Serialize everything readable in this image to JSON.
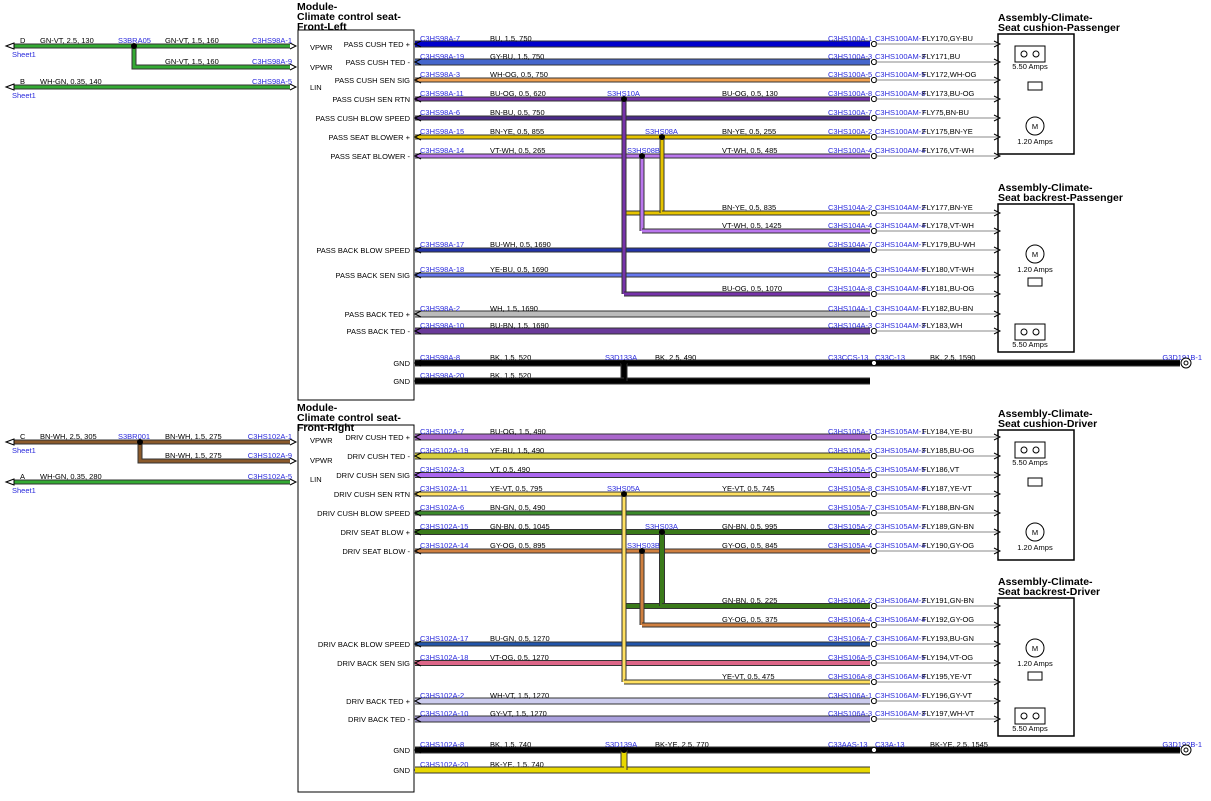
{
  "sheet_ref": "Sheet1",
  "colors": {
    "GN-VT": "#33aa33",
    "WH-GN": "#33aa33",
    "BN-WH": "#8b5a2b",
    "BU": "#0000cc",
    "GY-BU": "#4466cc",
    "WH-OG": "#f0a050",
    "BU-OG": "#7733aa",
    "BN-BU": "#4a2a88",
    "BN-YE": "#e6c400",
    "VT-WH": "#bb77ee",
    "BU-WH": "#2233aa",
    "YE-BU": "#6677ee",
    "WH": "#bbbbbb",
    "BU-BN": "#6a3a9a",
    "BK": "#000000",
    "BU-OG2": "#aa66cc",
    "YE-BU2": "#d8d040",
    "VT": "#aa66ee",
    "YE-VT": "#ffe060",
    "BN-GN": "#3a8a2a",
    "GN-BN": "#3a7a1a",
    "GY-OG": "#d08040",
    "BU-GN": "#2255aa",
    "VT-OG": "#dd6688",
    "WH-VT": "#ccccee",
    "GY-VT": "#aaa0dd",
    "BK-YE": "#e8d800"
  },
  "ext": [
    {
      "letter": "D",
      "wire": "GN-VT,  2.5,  130",
      "splice": "S3BRA05",
      "wire2": "GN-VT,  1.5,  160",
      "conn": "C3HS98A-1"
    },
    {
      "wire2": "GN-VT,  1.5,  160",
      "conn": "C3HS98A-9"
    },
    {
      "letter": "B",
      "wire": "WH-GN,  0.35,  140",
      "conn": "C3HS98A-5"
    },
    {
      "letter": "C",
      "wire": "BN-WH,  2.5,  305",
      "splice": "S3BR001",
      "wire2": "BN-WH,  1.5,  275",
      "conn": "C3HS102A-1"
    },
    {
      "wire2": "BN-WH,  1.5,  275",
      "conn": "C3HS102A-9"
    },
    {
      "letter": "A",
      "wire": "WH-GN,  0.35,  280",
      "conn": "C3HS102A-5"
    }
  ],
  "module_fl": {
    "title1": "Module-",
    "title2": "Climate control seat-",
    "title3": "Front-Left",
    "left_pins": [
      "VPWR",
      "VPWR",
      "LIN"
    ],
    "pins": [
      "PASS CUSH TED +",
      "PASS CUSH TED -",
      "PASS CUSH SEN SIG",
      "PASS CUSH SEN RTN",
      "PASS CUSH BLOW SPEED",
      "PASS SEAT BLOWER +",
      "PASS SEAT BLOWER -",
      "PASS BACK BLOW SPEED",
      "PASS BACK SEN SIG",
      "PASS BACK TED +",
      "PASS BACK TED -",
      "GND",
      "GND"
    ]
  },
  "module_fr": {
    "title1": "Module-",
    "title2": "Climate control seat-",
    "title3": "Front-Right",
    "left_pins": [
      "VPWR",
      "VPWR",
      "LIN"
    ],
    "pins": [
      "DRIV CUSH TED +",
      "DRIV CUSH TED -",
      "DRIV CUSH SEN SIG",
      "DRIV CUSH SEN RTN",
      "DRIV CUSH BLOW SPEED",
      "DRIV SEAT BLOW +",
      "DRIV SEAT BLOW -",
      "DRIV BACK BLOW SPEED",
      "DRIV BACK SEN SIG",
      "DRIV BACK TED +",
      "DRIV BACK TED -",
      "GND",
      "GND"
    ]
  },
  "assemblies": [
    {
      "l1": "Assembly-Climate-",
      "l2": "Seat cushion-Passenger",
      "amp1": "5.50 Amps",
      "amp2": "1.20 Amps"
    },
    {
      "l1": "Assembly-Climate-",
      "l2": "Seat backrest-Passenger",
      "amp1": "1.20 Amps",
      "amp2": "5.50 Amps"
    },
    {
      "l1": "Assembly-Climate-",
      "l2": "Seat cushion-Driver",
      "amp1": "5.50 Amps",
      "amp2": "1.20 Amps"
    },
    {
      "l1": "Assembly-Climate-",
      "l2": "Seat backrest-Driver",
      "amp1": "1.20 Amps",
      "amp2": "5.50 Amps"
    }
  ],
  "motor_label": "M",
  "rows": [
    {
      "lc": "C3HS98A-7",
      "w1": "BU,  1.5,  750",
      "rc": "C3HS100A-1",
      "rc2": "C3HS100AM-1",
      "fly": "FLY170,GY-BU"
    },
    {
      "lc": "C3HS98A-19",
      "w1": "GY-BU,  1.5,  750",
      "rc": "C3HS100A-3",
      "rc2": "C3HS100AM-3",
      "fly": "FLY171,BU"
    },
    {
      "lc": "C3HS98A-3",
      "w1": "WH-OG,  0.5,  750",
      "rc": "C3HS100A-5",
      "rc2": "C3HS100AM-5",
      "fly": "FLY172,WH-OG"
    },
    {
      "lc": "C3HS98A-11",
      "w1": "BU-OG,  0.5,  620",
      "sp": "S3HS10A",
      "w2": "BU-OG,  0.5,  130",
      "rc": "C3HS100A-8",
      "rc2": "C3HS100AM-8",
      "fly": "FLY173,BU-OG"
    },
    {
      "lc": "C3HS98A-6",
      "w1": "BN-BU,  0.5,  750",
      "rc": "C3HS100A-7",
      "rc2": "C3HS100AM-7",
      "fly": "FLY75,BN-BU"
    },
    {
      "lc": "C3HS98A-15",
      "w1": "BN-YE,  0.5,  855",
      "sp": "S3HS08A",
      "w2": "BN-YE,  0.5,  255",
      "rc": "C3HS100A-2",
      "rc2": "C3HS100AM-2",
      "fly": "FLY175,BN-YE"
    },
    {
      "lc": "C3HS98A-14",
      "w1": "VT-WH,  0.5,  265",
      "sp": "S3HS08B",
      "w2": "VT-WH,  0.5,  485",
      "rc": "C3HS100A-4",
      "rc2": "C3HS100AM-4",
      "fly": "FLY176,VT-WH"
    },
    {
      "w2": "BN-YE,  0.5,  835",
      "rc": "C3HS104A-2",
      "rc2": "C3HS104AM-2",
      "fly": "FLY177,BN-YE"
    },
    {
      "w2": "VT-WH,  0.5,  1425",
      "rc": "C3HS104A-4",
      "rc2": "C3HS104AM-4",
      "fly": "FLY178,VT-WH"
    },
    {
      "lc": "C3HS98A-17",
      "w1": "BU-WH,  0.5,  1690",
      "rc": "C3HS104A-7",
      "rc2": "C3HS104AM-7",
      "fly": "FLY179,BU-WH"
    },
    {
      "lc": "C3HS98A-18",
      "w1": "YE-BU,  0.5,  1690",
      "rc": "C3HS104A-5",
      "rc2": "C3HS104AM-5",
      "fly": "FLY180,VT-WH"
    },
    {
      "w2": "BU-OG,  0.5,  1070",
      "rc": "C3HS104A-8",
      "rc2": "C3HS104AM-8",
      "fly": "FLY181,BU-OG"
    },
    {
      "lc": "C3HS98A-2",
      "w1": "WH,  1.5,  1690",
      "rc": "C3HS104A-1",
      "rc2": "C3HS104AM-1",
      "fly": "FLY182,BU-BN"
    },
    {
      "lc": "C3HS98A-10",
      "w1": "BU-BN,  1.5,  1690",
      "rc": "C3HS104A-3",
      "rc2": "C3HS104AM-3",
      "fly": "FLY183,WH"
    },
    {
      "lc": "C3HS98A-8",
      "w1": "BK,  1.5,  520",
      "sp": "S3D133A",
      "w2": "BK,  2.5,  490",
      "rc": "C33CCS-13",
      "rc2": "C33C-13",
      "w3": "BK,  2.5,  1590",
      "gc": "G3D191B-1"
    },
    {
      "lc": "C3HS98A-20",
      "w1": "BK,  1.5,  520"
    },
    {
      "lc": "C3HS102A-7",
      "w1": "BU-OG,  1.5,  490",
      "rc": "C3HS105A-1",
      "rc2": "C3HS105AM-1",
      "fly": "FLY184,YE-BU"
    },
    {
      "lc": "C3HS102A-19",
      "w1": "YE-BU,  1.5,  490",
      "rc": "C3HS105A-3",
      "rc2": "C3HS105AM-3",
      "fly": "FLY185,BU-OG"
    },
    {
      "lc": "C3HS102A-3",
      "w1": "VT,  0.5,  490",
      "rc": "C3HS105A-5",
      "rc2": "C3HS105AM-5",
      "fly": "FLY186,VT"
    },
    {
      "lc": "C3HS102A-11",
      "w1": "YE-VT,  0.5,  795",
      "sp": "S3HS05A",
      "w2": "YE-VT,  0.5,  745",
      "rc": "C3HS105A-8",
      "rc2": "C3HS105AM-8",
      "fly": "FLY187,YE-VT"
    },
    {
      "lc": "C3HS102A-6",
      "w1": "BN-GN,  0.5,  490",
      "rc": "C3HS105A-7",
      "rc2": "C3HS105AM-7",
      "fly": "FLY188,BN-GN"
    },
    {
      "lc": "C3HS102A-15",
      "w1": "GN-BN,  0.5,  1045",
      "sp": "S3HS03A",
      "w2": "GN-BN,  0.5,  995",
      "rc": "C3HS105A-2",
      "rc2": "C3HS105AM-2",
      "fly": "FLY189,GN-BN"
    },
    {
      "lc": "C3HS102A-14",
      "w1": "GY-OG,  0.5,  895",
      "sp": "S3HS03B",
      "w2": "GY-OG,  0.5,  845",
      "rc": "C3HS105A-4",
      "rc2": "C3HS105AM-4",
      "fly": "FLY190,GY-OG"
    },
    {
      "w2": "GN-BN,  0.5,  225",
      "rc": "C3HS106A-2",
      "rc2": "C3HS106AM-2",
      "fly": "FLY191,GN-BN"
    },
    {
      "w2": "GY-OG,  0.5,  375",
      "rc": "C3HS106A-4",
      "rc2": "C3HS106AM-4",
      "fly": "FLY192,GY-OG"
    },
    {
      "lc": "C3HS102A-17",
      "w1": "BU-GN,  0.5,  1270",
      "rc": "C3HS106A-7",
      "rc2": "C3HS106AM-7",
      "fly": "FLY193,BU-GN"
    },
    {
      "lc": "C3HS102A-18",
      "w1": "VT-OG,  0.5,  1270",
      "rc": "C3HS106A-5",
      "rc2": "C3HS106AM-5",
      "fly": "FLY194,VT-OG"
    },
    {
      "w2": "YE-VT,  0.5,  475",
      "rc": "C3HS106A-8",
      "rc2": "C3HS106AM-8",
      "fly": "FLY195,YE-VT"
    },
    {
      "lc": "C3HS102A-2",
      "w1": "WH-VT,  1.5,  1270",
      "rc": "C3HS106A-1",
      "rc2": "C3HS106AM-1",
      "fly": "FLY196,GY-VT"
    },
    {
      "lc": "C3HS102A-10",
      "w1": "GY-VT,  1.5,  1270",
      "rc": "C3HS106A-3",
      "rc2": "C3HS106AM-3",
      "fly": "FLY197,WH-VT"
    },
    {
      "lc": "C3HS102A-8",
      "w1": "BK,  1.5,  740",
      "sp": "S3D139A",
      "w2": "BK-YE,  2.5,  770",
      "rc": "C33AAS-13",
      "rc2": "C33A-13",
      "w3": "BK-YE,  2.5,  1545",
      "gc": "G3D192B-1"
    },
    {
      "lc": "C3HS102A-20",
      "w1": "BK-YE,  1.5,  740"
    }
  ]
}
